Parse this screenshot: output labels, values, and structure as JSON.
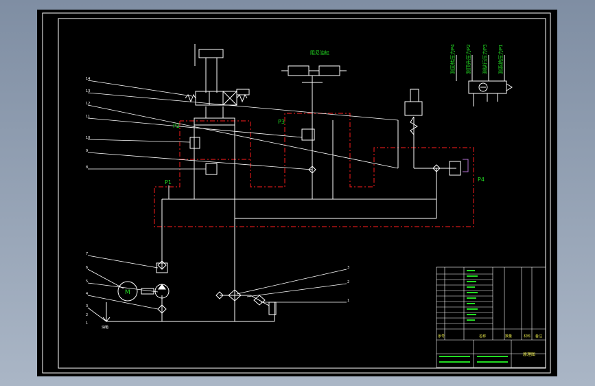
{
  "colors": {
    "background": "#8c9bb0",
    "paper": "#000000",
    "line": "#ffffff",
    "dashed_boundary": "#d01818",
    "label_green": "#22dd22",
    "yellow_label": "#e8e84a",
    "purple": "#b070d0"
  },
  "labels": {
    "p1": "P1",
    "p2": "P2",
    "p3": "P3",
    "p4": "P4",
    "top_title": "阻尼油缸",
    "gauge_1": "测回转压力P4",
    "gauge_2": "测顶升压力P2",
    "gauge_3": "测纵行压力P3",
    "gauge_4": "测系统压力P1",
    "motor": "M",
    "callout_1": "14",
    "callout_2": "13",
    "callout_3": "12",
    "callout_4": "11",
    "callout_5": "10",
    "callout_6": "9",
    "callout_7": "8",
    "callout_8": "7",
    "callout_9": "6",
    "callout_10": "5",
    "callout_11": "4",
    "callout_12": "3",
    "callout_13": "2",
    "callout_14": "1",
    "callout_15": "3",
    "callout_16": "2",
    "callout_17": "1",
    "tank_label": "油箱"
  },
  "title_block": {
    "drawing_name": "原理图",
    "header_seq": "序号",
    "header_name": "名称",
    "header_qty": "数量",
    "header_mat": "材料",
    "header_note": "备注"
  },
  "icons": {
    "motor": "motor-icon",
    "pump": "pump-icon",
    "filter": "filter-icon",
    "relief_valve": "relief-valve-icon",
    "check_valve": "check-valve-icon",
    "directional_valve": "directional-valve-icon",
    "cylinder": "cylinder-icon",
    "pressure_gauge": "pressure-gauge-icon"
  }
}
